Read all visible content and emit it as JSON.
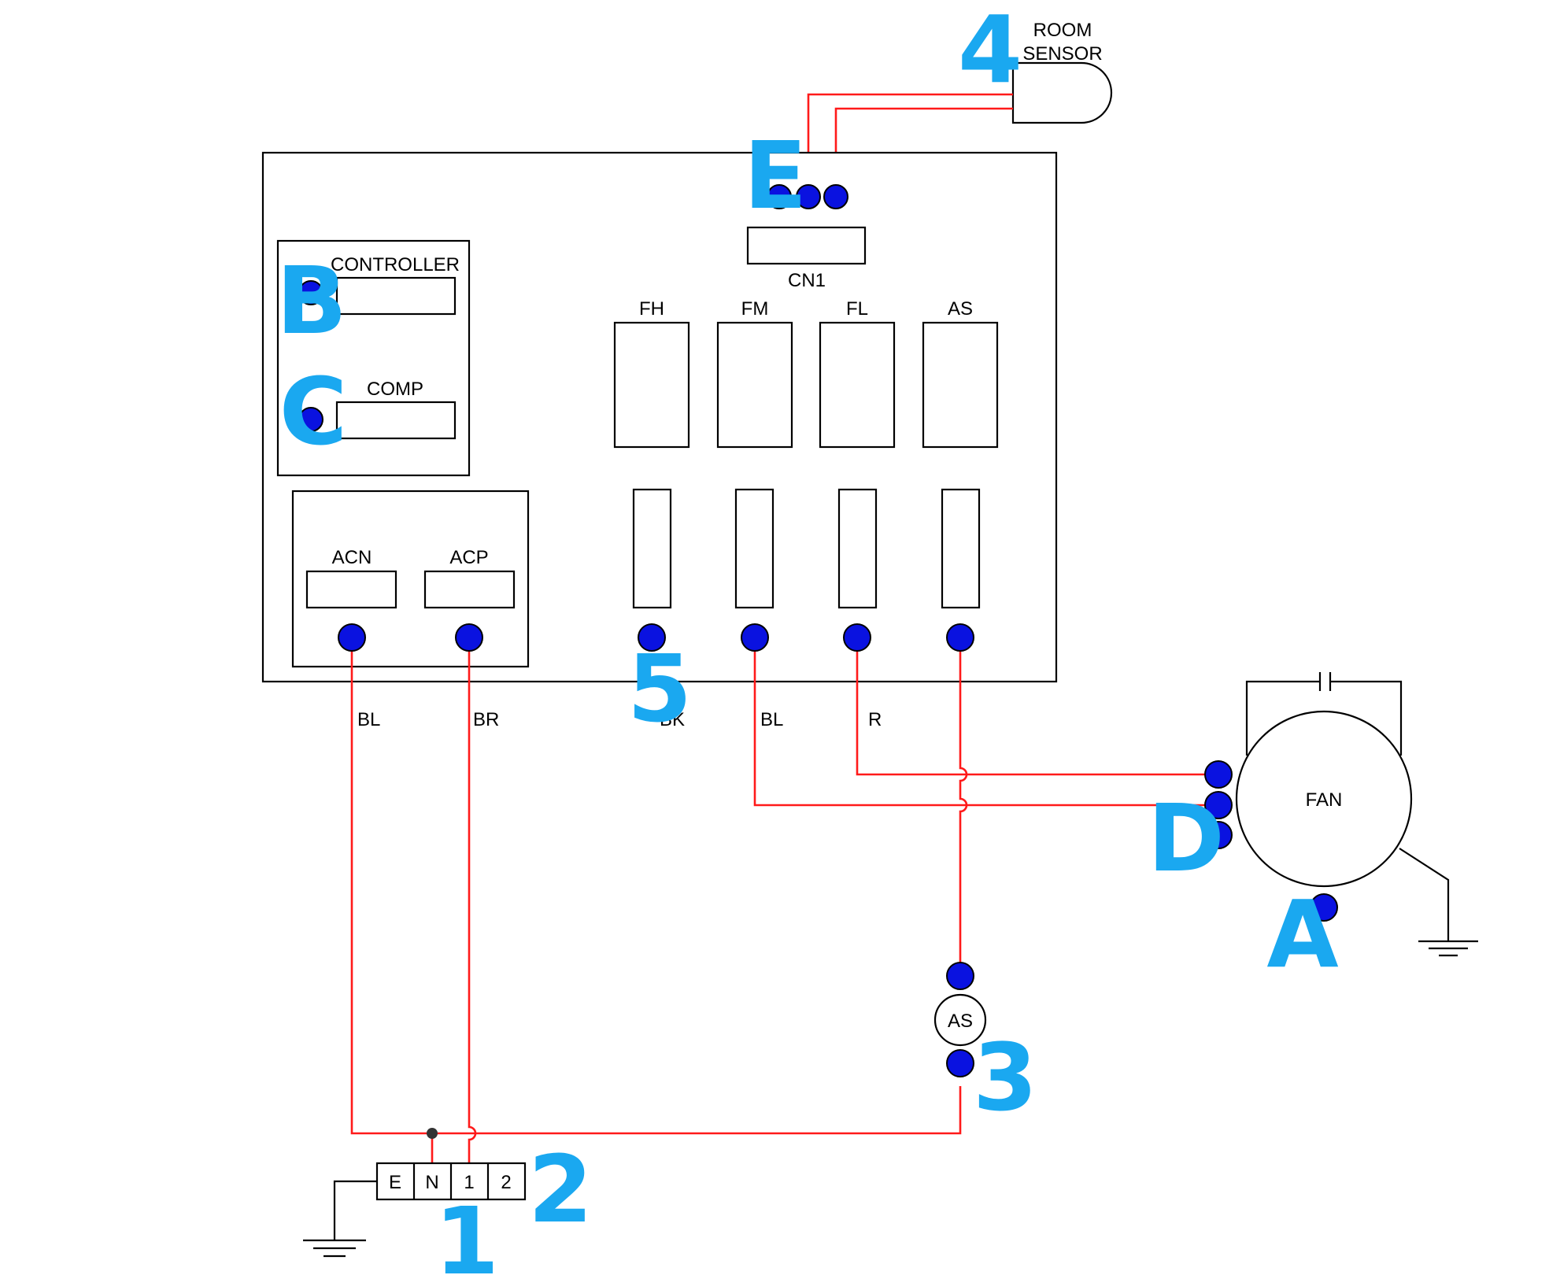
{
  "sensor": {
    "line1": "ROOM",
    "line2": "SENSOR"
  },
  "board": {
    "cn1": "CN1",
    "controller": "CONTROLLER",
    "comp": "COMP",
    "relays": {
      "fh": "FH",
      "fm": "FM",
      "fl": "FL",
      "as": "AS"
    },
    "acn": "ACN",
    "acp": "ACP"
  },
  "wires": {
    "bl1": "BL",
    "br": "BR",
    "bk": "BK",
    "bl2": "BL",
    "r": "R"
  },
  "fan": {
    "label": "FAN"
  },
  "as_switch": {
    "label": "AS"
  },
  "terminal_block": {
    "e": "E",
    "n": "N",
    "t1": "1",
    "t2": "2"
  },
  "callouts": {
    "a": "A",
    "b": "B",
    "c": "C",
    "d": "D",
    "e": "E",
    "n1": "1",
    "n2": "2",
    "n3": "3",
    "n4": "4",
    "n5": "5"
  },
  "colors": {
    "wire": "#ff1a1a",
    "terminal": "#0a12e0",
    "callout": "#1aa8f0"
  }
}
